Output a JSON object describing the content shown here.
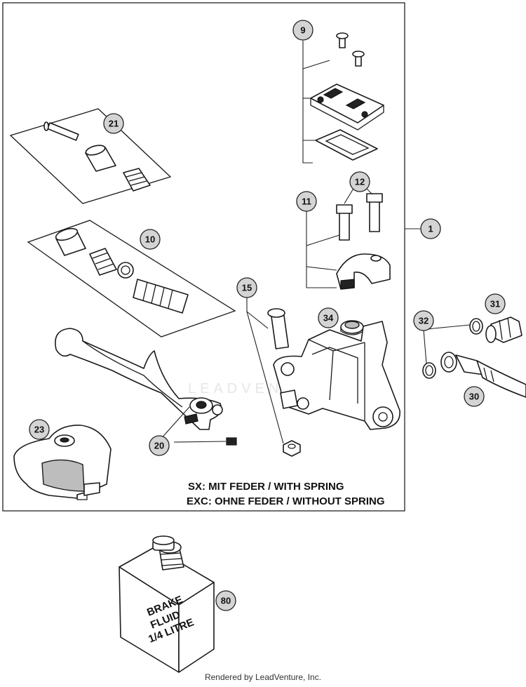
{
  "callouts": {
    "c1": "1",
    "c9": "9",
    "c10": "10",
    "c11": "11",
    "c12": "12",
    "c15": "15",
    "c20": "20",
    "c21": "21",
    "c23": "23",
    "c30": "30",
    "c31": "31",
    "c32": "32",
    "c34": "34",
    "c80": "80"
  },
  "notes": {
    "sx": "SX: MIT FEDER / WITH SPRING",
    "exc": "EXC: OHNE FEDER / WITHOUT SPRING"
  },
  "bottle": {
    "line1": "BRAKE",
    "line2": "FLUID",
    "line3": "1/4 LITRE"
  },
  "watermark": "LEADVENTURE",
  "footer": "Rendered by LeadVenture, Inc."
}
